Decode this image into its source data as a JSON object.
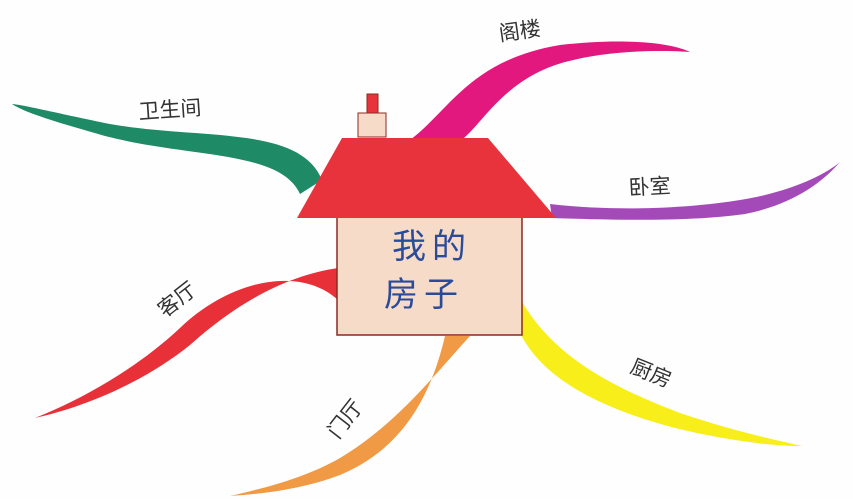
{
  "center": {
    "line1": "我的",
    "line2": "房子",
    "roof_color": "#e8323c",
    "wall_color": "#f6dcc8",
    "chimney_color": "#e8323c",
    "chimney_cap_color": "#f6dcc8",
    "text_color": "#2a4a9a"
  },
  "branches": [
    {
      "key": "bathroom",
      "label": "卫生间",
      "color": "#1f8a66"
    },
    {
      "key": "attic",
      "label": "阁楼",
      "color": "#e3187f"
    },
    {
      "key": "bedroom",
      "label": "卧室",
      "color": "#a34ab8"
    },
    {
      "key": "kitchen",
      "label": "厨房",
      "color": "#f7ee1a"
    },
    {
      "key": "hall",
      "label": "门厅",
      "color": "#f09a46"
    },
    {
      "key": "living",
      "label": "客厅",
      "color": "#e83038"
    }
  ]
}
